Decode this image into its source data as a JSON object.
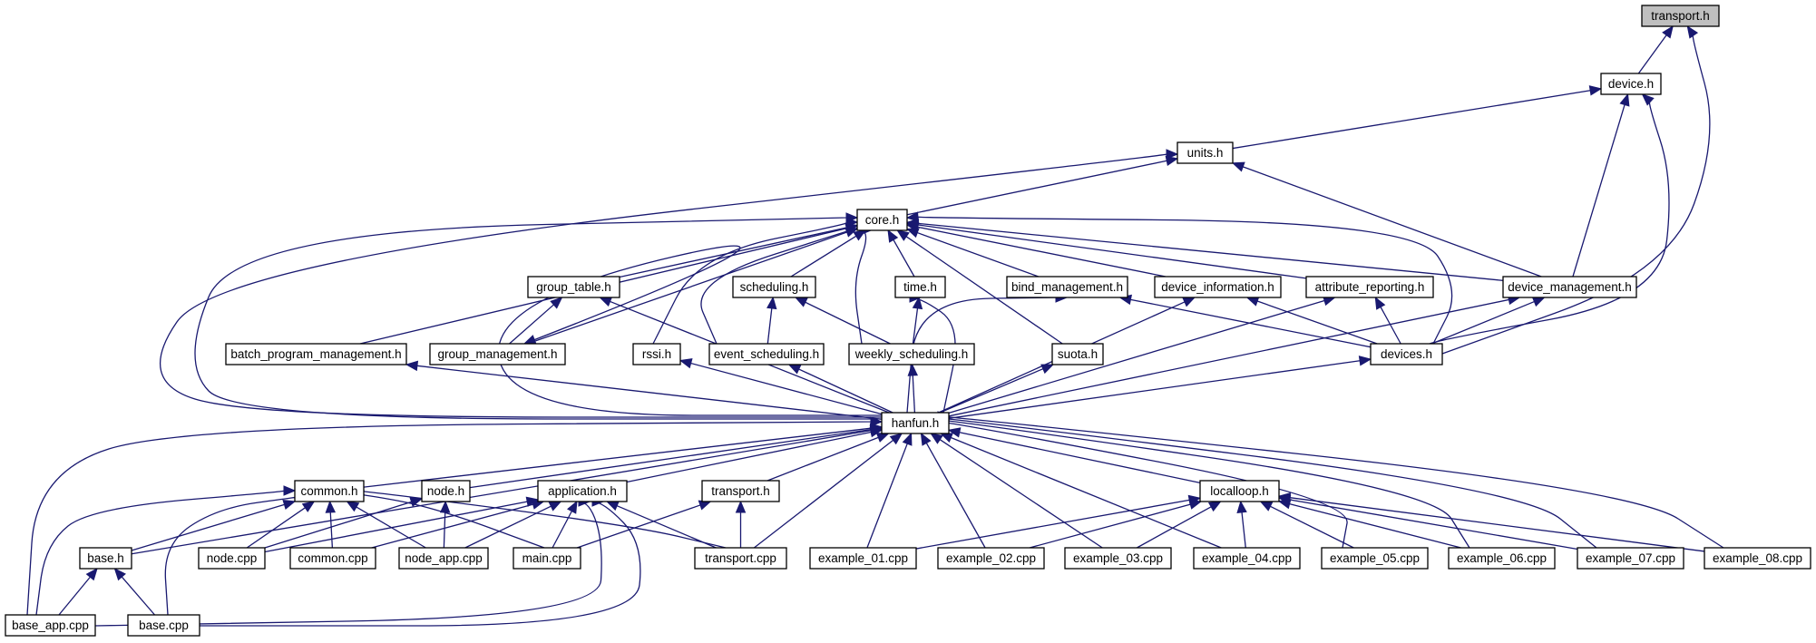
{
  "graph": {
    "title": "transport.h",
    "nodes": [
      {
        "id": "transport_h",
        "label": "transport.h",
        "root": true
      },
      {
        "id": "device_h",
        "label": "device.h"
      },
      {
        "id": "units_h",
        "label": "units.h"
      },
      {
        "id": "core_h",
        "label": "core.h"
      },
      {
        "id": "group_table_h",
        "label": "group_table.h"
      },
      {
        "id": "scheduling_h",
        "label": "scheduling.h"
      },
      {
        "id": "time_h",
        "label": "time.h"
      },
      {
        "id": "bind_management_h",
        "label": "bind_management.h"
      },
      {
        "id": "device_information_h",
        "label": "device_information.h"
      },
      {
        "id": "attribute_reporting_h",
        "label": "attribute_reporting.h"
      },
      {
        "id": "device_management_h",
        "label": "device_management.h"
      },
      {
        "id": "batch_program_management_h",
        "label": "batch_program_management.h"
      },
      {
        "id": "group_management_h",
        "label": "group_management.h"
      },
      {
        "id": "rssi_h",
        "label": "rssi.h"
      },
      {
        "id": "event_scheduling_h",
        "label": "event_scheduling.h"
      },
      {
        "id": "weekly_scheduling_h",
        "label": "weekly_scheduling.h"
      },
      {
        "id": "suota_h",
        "label": "suota.h"
      },
      {
        "id": "devices_h",
        "label": "devices.h"
      },
      {
        "id": "hanfun_h",
        "label": "hanfun.h"
      },
      {
        "id": "common_h",
        "label": "common.h"
      },
      {
        "id": "node_h",
        "label": "node.h"
      },
      {
        "id": "application_h",
        "label": "application.h"
      },
      {
        "id": "transport_h2",
        "label": "transport.h"
      },
      {
        "id": "localloop_h",
        "label": "localloop.h"
      },
      {
        "id": "base_h",
        "label": "base.h"
      },
      {
        "id": "node_cpp",
        "label": "node.cpp"
      },
      {
        "id": "common_cpp",
        "label": "common.cpp"
      },
      {
        "id": "node_app_cpp",
        "label": "node_app.cpp"
      },
      {
        "id": "main_cpp",
        "label": "main.cpp"
      },
      {
        "id": "transport_cpp",
        "label": "transport.cpp"
      },
      {
        "id": "example_01_cpp",
        "label": "example_01.cpp"
      },
      {
        "id": "example_02_cpp",
        "label": "example_02.cpp"
      },
      {
        "id": "example_03_cpp",
        "label": "example_03.cpp"
      },
      {
        "id": "example_04_cpp",
        "label": "example_04.cpp"
      },
      {
        "id": "example_05_cpp",
        "label": "example_05.cpp"
      },
      {
        "id": "example_06_cpp",
        "label": "example_06.cpp"
      },
      {
        "id": "example_07_cpp",
        "label": "example_07.cpp"
      },
      {
        "id": "example_08_cpp",
        "label": "example_08.cpp"
      },
      {
        "id": "base_app_cpp",
        "label": "base_app.cpp"
      },
      {
        "id": "base_cpp",
        "label": "base.cpp"
      }
    ],
    "edges": [
      {
        "from": "device_h",
        "to": "transport_h"
      },
      {
        "from": "devices_h",
        "to": "transport_h"
      },
      {
        "from": "units_h",
        "to": "device_h"
      },
      {
        "from": "device_management_h",
        "to": "device_h"
      },
      {
        "from": "devices_h",
        "to": "device_h"
      },
      {
        "from": "core_h",
        "to": "units_h"
      },
      {
        "from": "device_management_h",
        "to": "units_h"
      },
      {
        "from": "hanfun_h",
        "to": "units_h"
      },
      {
        "from": "group_table_h",
        "to": "core_h"
      },
      {
        "from": "scheduling_h",
        "to": "core_h"
      },
      {
        "from": "time_h",
        "to": "core_h"
      },
      {
        "from": "bind_management_h",
        "to": "core_h"
      },
      {
        "from": "device_information_h",
        "to": "core_h"
      },
      {
        "from": "attribute_reporting_h",
        "to": "core_h"
      },
      {
        "from": "device_management_h",
        "to": "core_h"
      },
      {
        "from": "batch_program_management_h",
        "to": "core_h"
      },
      {
        "from": "group_management_h",
        "to": "core_h"
      },
      {
        "from": "rssi_h",
        "to": "core_h"
      },
      {
        "from": "event_scheduling_h",
        "to": "core_h"
      },
      {
        "from": "weekly_scheduling_h",
        "to": "core_h"
      },
      {
        "from": "suota_h",
        "to": "core_h"
      },
      {
        "from": "devices_h",
        "to": "core_h"
      },
      {
        "from": "hanfun_h",
        "to": "core_h"
      },
      {
        "from": "group_management_h",
        "to": "group_table_h"
      },
      {
        "from": "hanfun_h",
        "to": "group_table_h"
      },
      {
        "from": "event_scheduling_h",
        "to": "scheduling_h"
      },
      {
        "from": "weekly_scheduling_h",
        "to": "scheduling_h"
      },
      {
        "from": "weekly_scheduling_h",
        "to": "time_h"
      },
      {
        "from": "hanfun_h",
        "to": "time_h"
      },
      {
        "from": "devices_h",
        "to": "bind_management_h"
      },
      {
        "from": "hanfun_h",
        "to": "bind_management_h"
      },
      {
        "from": "devices_h",
        "to": "device_information_h"
      },
      {
        "from": "hanfun_h",
        "to": "device_information_h"
      },
      {
        "from": "devices_h",
        "to": "attribute_reporting_h"
      },
      {
        "from": "hanfun_h",
        "to": "attribute_reporting_h"
      },
      {
        "from": "devices_h",
        "to": "device_management_h"
      },
      {
        "from": "hanfun_h",
        "to": "device_management_h"
      },
      {
        "from": "hanfun_h",
        "to": "batch_program_management_h"
      },
      {
        "from": "hanfun_h",
        "to": "group_management_h"
      },
      {
        "from": "hanfun_h",
        "to": "rssi_h"
      },
      {
        "from": "hanfun_h",
        "to": "event_scheduling_h"
      },
      {
        "from": "hanfun_h",
        "to": "weekly_scheduling_h"
      },
      {
        "from": "hanfun_h",
        "to": "suota_h"
      },
      {
        "from": "hanfun_h",
        "to": "devices_h"
      },
      {
        "from": "base_h",
        "to": "hanfun_h"
      },
      {
        "from": "common_h",
        "to": "hanfun_h"
      },
      {
        "from": "node_h",
        "to": "hanfun_h"
      },
      {
        "from": "application_h",
        "to": "hanfun_h"
      },
      {
        "from": "transport_h2",
        "to": "hanfun_h"
      },
      {
        "from": "localloop_h",
        "to": "hanfun_h"
      },
      {
        "from": "base_app_cpp",
        "to": "hanfun_h"
      },
      {
        "from": "transport_cpp",
        "to": "hanfun_h"
      },
      {
        "from": "example_01_cpp",
        "to": "hanfun_h"
      },
      {
        "from": "example_02_cpp",
        "to": "hanfun_h"
      },
      {
        "from": "example_03_cpp",
        "to": "hanfun_h"
      },
      {
        "from": "example_04_cpp",
        "to": "hanfun_h"
      },
      {
        "from": "example_05_cpp",
        "to": "hanfun_h"
      },
      {
        "from": "example_06_cpp",
        "to": "hanfun_h"
      },
      {
        "from": "example_07_cpp",
        "to": "hanfun_h"
      },
      {
        "from": "example_08_cpp",
        "to": "hanfun_h"
      },
      {
        "from": "base_h",
        "to": "common_h"
      },
      {
        "from": "node_cpp",
        "to": "common_h"
      },
      {
        "from": "common_cpp",
        "to": "common_h"
      },
      {
        "from": "node_app_cpp",
        "to": "common_h"
      },
      {
        "from": "main_cpp",
        "to": "common_h"
      },
      {
        "from": "transport_cpp",
        "to": "common_h"
      },
      {
        "from": "base_app_cpp",
        "to": "common_h"
      },
      {
        "from": "base_cpp",
        "to": "common_h"
      },
      {
        "from": "node_cpp",
        "to": "node_h"
      },
      {
        "from": "node_app_cpp",
        "to": "node_h"
      },
      {
        "from": "node_cpp",
        "to": "application_h"
      },
      {
        "from": "common_cpp",
        "to": "application_h"
      },
      {
        "from": "node_app_cpp",
        "to": "application_h"
      },
      {
        "from": "main_cpp",
        "to": "application_h"
      },
      {
        "from": "transport_cpp",
        "to": "application_h"
      },
      {
        "from": "base_app_cpp",
        "to": "application_h"
      },
      {
        "from": "base_cpp",
        "to": "application_h"
      },
      {
        "from": "main_cpp",
        "to": "transport_h2"
      },
      {
        "from": "transport_cpp",
        "to": "transport_h2"
      },
      {
        "from": "example_01_cpp",
        "to": "localloop_h"
      },
      {
        "from": "example_02_cpp",
        "to": "localloop_h"
      },
      {
        "from": "example_03_cpp",
        "to": "localloop_h"
      },
      {
        "from": "example_04_cpp",
        "to": "localloop_h"
      },
      {
        "from": "example_05_cpp",
        "to": "localloop_h"
      },
      {
        "from": "example_06_cpp",
        "to": "localloop_h"
      },
      {
        "from": "example_07_cpp",
        "to": "localloop_h"
      },
      {
        "from": "example_08_cpp",
        "to": "localloop_h"
      },
      {
        "from": "base_app_cpp",
        "to": "base_h"
      },
      {
        "from": "base_cpp",
        "to": "base_h"
      }
    ]
  }
}
